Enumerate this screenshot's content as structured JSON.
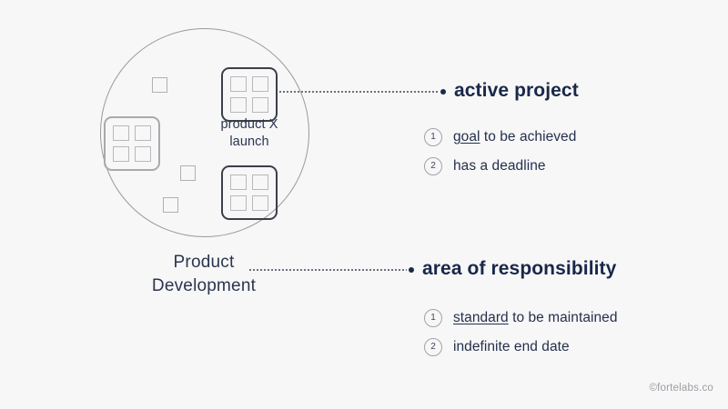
{
  "canvas": {
    "background": "#f7f7f7",
    "accent_text": "#19274a",
    "muted_line": "#9a9a9a"
  },
  "diagram": {
    "circle_label": "Product\nDevelopment",
    "circle_label_line1": "Product",
    "circle_label_line2": "Development",
    "project_box_label_line1": "product X",
    "project_box_label_line2": "launch",
    "boxes": [
      {
        "name": "area-of-responsibility-box-left",
        "style": "faint"
      },
      {
        "name": "active-project-box-top",
        "style": "strong"
      },
      {
        "name": "area-of-responsibility-box-bottom",
        "style": "strong"
      }
    ],
    "mini_squares": [
      {
        "name": "task-square-1"
      },
      {
        "name": "task-square-2"
      },
      {
        "name": "task-square-3"
      }
    ]
  },
  "sections": [
    {
      "id": "active-project",
      "title": "active project",
      "points": [
        {
          "number": "1",
          "prefix": "goal",
          "suffix": " to be achieved"
        },
        {
          "number": "2",
          "prefix": "",
          "suffix": "has a deadline"
        }
      ]
    },
    {
      "id": "area-of-responsibility",
      "title": "area of responsibility",
      "points": [
        {
          "number": "1",
          "prefix": "standard",
          "suffix": " to be maintained"
        },
        {
          "number": "2",
          "prefix": "",
          "suffix": "indefinite end date"
        }
      ]
    }
  ],
  "footer": {
    "credit": "©fortelabs.co"
  }
}
